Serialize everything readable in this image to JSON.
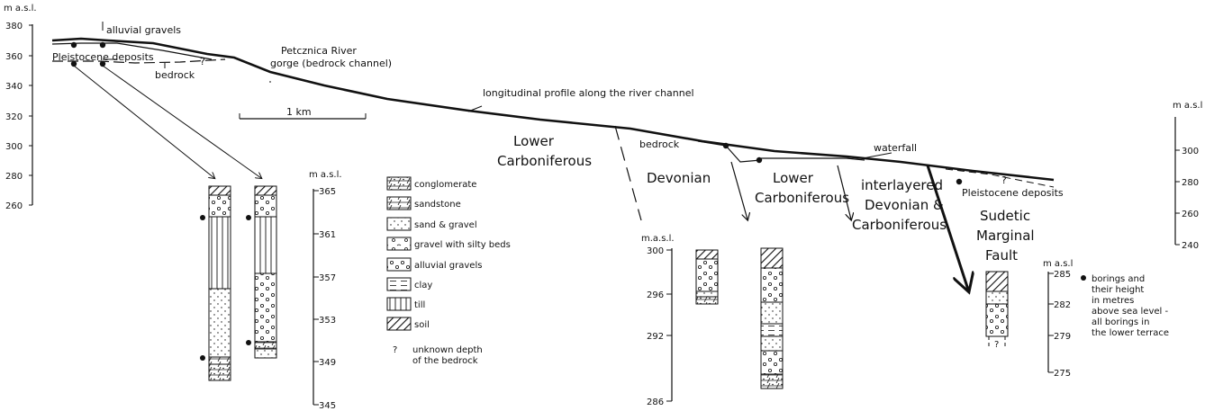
{
  "left_axis": {
    "unit": "m a.s.l.",
    "ticks": [
      "380",
      "360",
      "340",
      "320",
      "300",
      "280",
      "260"
    ]
  },
  "right_axis": {
    "unit": "m a.s.l",
    "ticks": [
      "300",
      "280",
      "260",
      "240"
    ]
  },
  "labels": {
    "alluvial_gravels": "alluvial gravels",
    "pleistocene_left": "Pleistocene  deposits",
    "bedrock_left": "bedrock",
    "gorge_1": "Petcznica River",
    "gorge_2": "gorge (bedrock channel)",
    "scale": "1 km",
    "profile": "longitudinal profile along the river channel",
    "lower_carb_1_a": "Lower",
    "lower_carb_1_b": "Carboniferous",
    "devonian": "Devonian",
    "bedrock_right": "bedrock",
    "lower_carb_2_a": "Lower",
    "lower_carb_2_b": "Carboniferous",
    "waterfall": "waterfall",
    "interlayered_a": "interlayered",
    "interlayered_b": "Devonian &",
    "interlayered_c": "Carboniferous",
    "sudetic_a": "Sudetic",
    "sudetic_b": "Marginal",
    "sudetic_c": "Fault",
    "pleistocene_right": "Pleistocene deposits",
    "qmark": "?"
  },
  "scale_left": {
    "unit": "m a.s.l.",
    "ticks": [
      "365",
      "361",
      "357",
      "353",
      "349",
      "345"
    ]
  },
  "scale_mid": {
    "unit": "m.a.s.l.",
    "ticks": [
      "300",
      "296",
      "292",
      "286"
    ]
  },
  "scale_right": {
    "unit": "m a.s.l",
    "ticks": [
      "285",
      "282",
      "279",
      "275"
    ]
  },
  "legend": {
    "items": [
      "conglomerate",
      "sandstone",
      "sand & gravel",
      "gravel with silty beds",
      "alluvial gravels",
      "clay",
      "till",
      "soil"
    ],
    "unknown_q": "?",
    "unknown_1": "unknown depth",
    "unknown_2": "of the bedrock"
  },
  "borings_note": [
    "borings and",
    "their height",
    "in metres",
    "above sea level -",
    "all borings in",
    "the lower terrace"
  ]
}
